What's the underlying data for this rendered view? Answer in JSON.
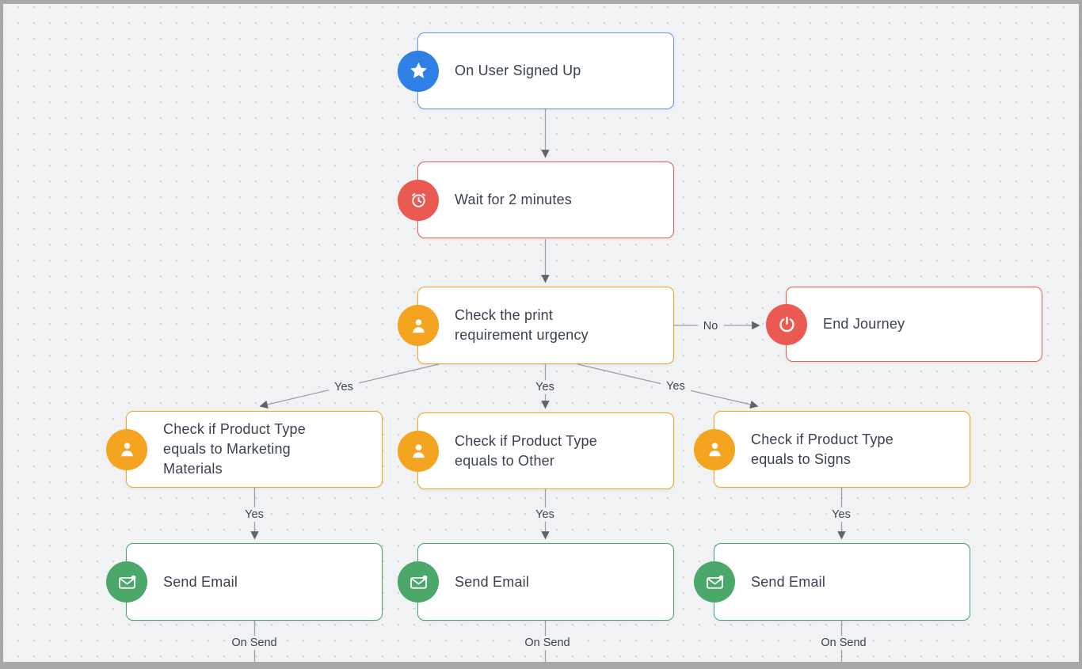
{
  "colors": {
    "blue": "#2f80e4",
    "blue-border": "#5f9ceb",
    "red": "#ea5a52",
    "orange": "#f5a41f",
    "green": "#49a86a",
    "canvas-bg": "#f1f2f4",
    "dot": "#d2d3d7",
    "frame": "#a8a8aa",
    "line": "#9ca0a4",
    "arrow": "#606468",
    "node-text": "#3a4150",
    "label-text": "#3f4347"
  },
  "diagram": {
    "type": "journey-flowchart",
    "nodes": [
      {
        "id": "signup",
        "label": "On User Signed Up",
        "icon": "star-icon",
        "color": "blue"
      },
      {
        "id": "wait",
        "label": "Wait for 2 minutes",
        "icon": "clock-icon",
        "color": "red"
      },
      {
        "id": "urgency",
        "label": "Check the print requirement urgency",
        "icon": "person-icon",
        "color": "orange"
      },
      {
        "id": "end",
        "label": "End Journey",
        "icon": "power-icon",
        "color": "red"
      },
      {
        "id": "marketing",
        "label": "Check if Product Type equals to Marketing Materials",
        "icon": "person-icon",
        "color": "orange"
      },
      {
        "id": "other",
        "label": "Check if Product Type equals to Other",
        "icon": "person-icon",
        "color": "orange"
      },
      {
        "id": "signs",
        "label": "Check if Product Type equals to Signs",
        "icon": "person-icon",
        "color": "orange"
      },
      {
        "id": "send1",
        "label": "Send Email",
        "icon": "email-icon",
        "color": "green"
      },
      {
        "id": "send2",
        "label": "Send Email",
        "icon": "email-icon",
        "color": "green"
      },
      {
        "id": "send3",
        "label": "Send Email",
        "icon": "email-icon",
        "color": "green"
      }
    ],
    "edges": [
      {
        "from": "signup",
        "to": "wait",
        "label": ""
      },
      {
        "from": "wait",
        "to": "urgency",
        "label": ""
      },
      {
        "from": "urgency",
        "to": "end",
        "label": "No"
      },
      {
        "from": "urgency",
        "to": "marketing",
        "label": "Yes"
      },
      {
        "from": "urgency",
        "to": "other",
        "label": "Yes"
      },
      {
        "from": "urgency",
        "to": "signs",
        "label": "Yes"
      },
      {
        "from": "marketing",
        "to": "send1",
        "label": "Yes"
      },
      {
        "from": "other",
        "to": "send2",
        "label": "Yes"
      },
      {
        "from": "signs",
        "to": "send3",
        "label": "Yes"
      },
      {
        "from": "send1",
        "to": "(below)",
        "label": "On Send"
      },
      {
        "from": "send2",
        "to": "(below)",
        "label": "On Send"
      },
      {
        "from": "send3",
        "to": "(below)",
        "label": "On Send"
      }
    ]
  },
  "edge_labels": {
    "yes": "Yes",
    "no": "No",
    "on_send": "On Send"
  }
}
